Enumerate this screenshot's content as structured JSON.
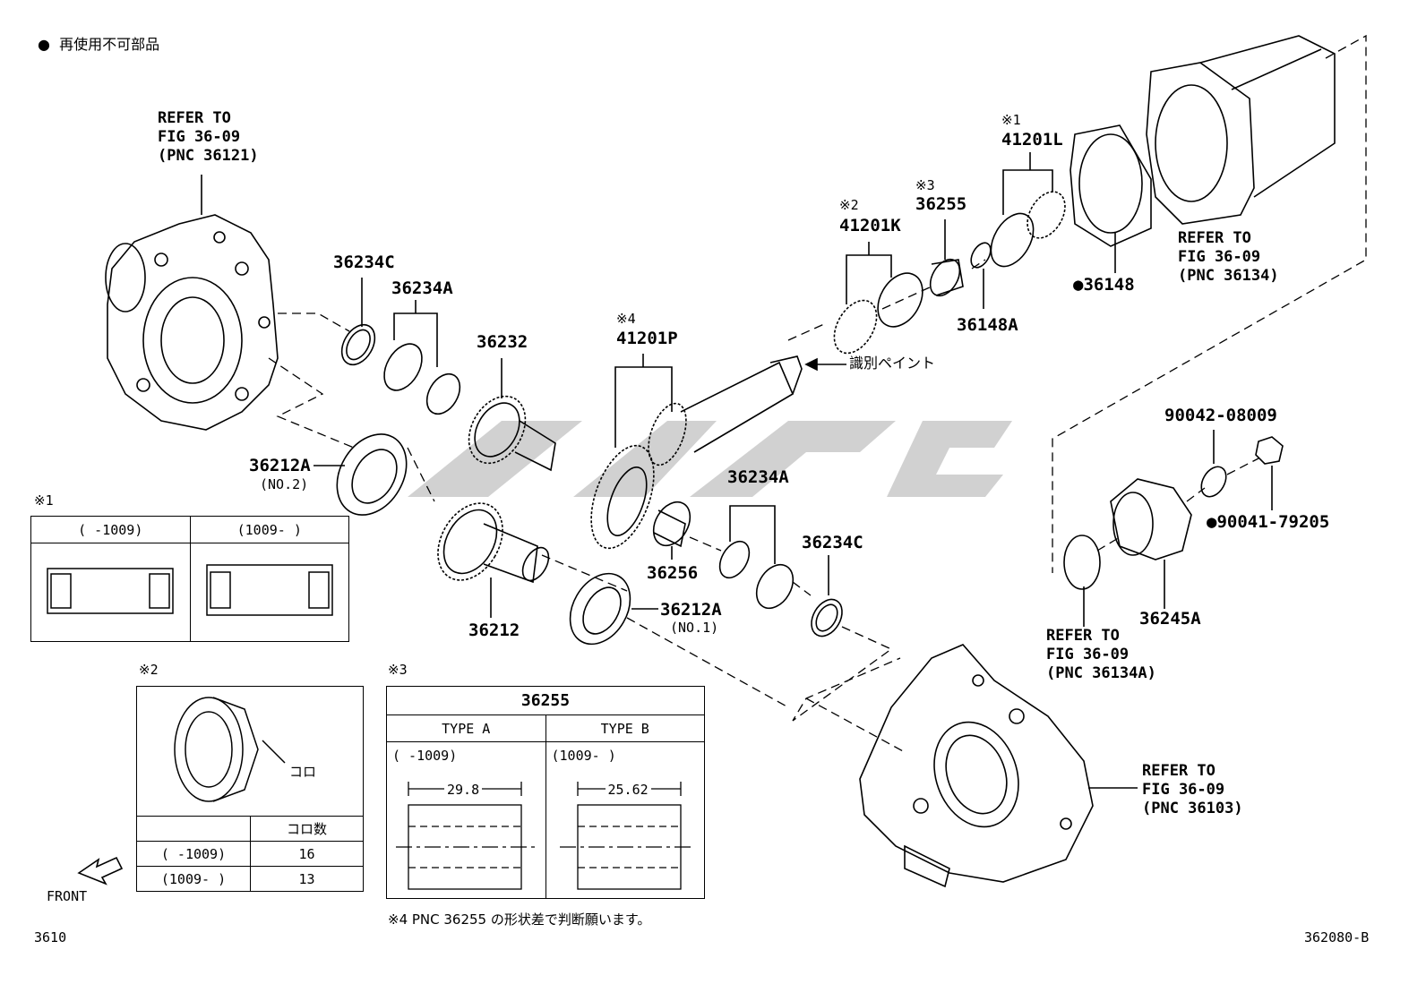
{
  "legend": {
    "bullet_text": "再使用不可部品"
  },
  "refs": {
    "r36121": "REFER TO\nFIG 36-09\n(PNC 36121)",
    "r36134": "REFER TO\nFIG 36-09\n(PNC 36134)",
    "r36134a": "REFER TO\nFIG 36-09\n(PNC 36134A)",
    "r36103": "REFER TO\nFIG 36-09\n(PNC 36103)"
  },
  "parts": {
    "p36234c_top": "36234C",
    "p36234a_top": "36234A",
    "p36232": "36232",
    "p41201p_note": "※4",
    "p41201p": "41201P",
    "p41201k_note": "※2",
    "p41201k": "41201K",
    "p36255_note": "※3",
    "p36255": "36255",
    "p41201l_note": "※1",
    "p41201l": "41201L",
    "p36148": "●36148",
    "p36148a": "36148A",
    "paint_label": "識別ペイント",
    "p36212a_no2": "36212A",
    "p36212a_no2_sub": "(NO.2)",
    "p36212": "36212",
    "p36256": "36256",
    "p36234a_low": "36234A",
    "p36234c_low": "36234C",
    "p36212a_no1": "36212A",
    "p36212a_no1_sub": "(NO.1)",
    "p90042": "90042-08009",
    "p90041": "●90041-79205",
    "p36245a": "36245A"
  },
  "note1": {
    "mark": "※1",
    "col_a": "(     -1009)",
    "col_b": "(1009-     )"
  },
  "note2": {
    "mark": "※2",
    "roller_label": "コロ",
    "count_header": "コロ数",
    "rows": [
      {
        "range": "(     -1009)",
        "count": "16"
      },
      {
        "range": "(1009-     )",
        "count": "13"
      }
    ]
  },
  "note3": {
    "mark": "※3",
    "title": "36255",
    "type_a": "TYPE A",
    "type_b": "TYPE B",
    "range_a": "(     -1009)",
    "range_b": "(1009-     )",
    "dim_a": "29.8",
    "dim_b": "25.62"
  },
  "note4": "※4 PNC 36255 の形状差で判断願います。",
  "front_label": "FRONT",
  "footer": {
    "left": "3610",
    "right": "362080-B"
  },
  "colors": {
    "line": "#000000",
    "watermark": "#c8c8c8"
  }
}
